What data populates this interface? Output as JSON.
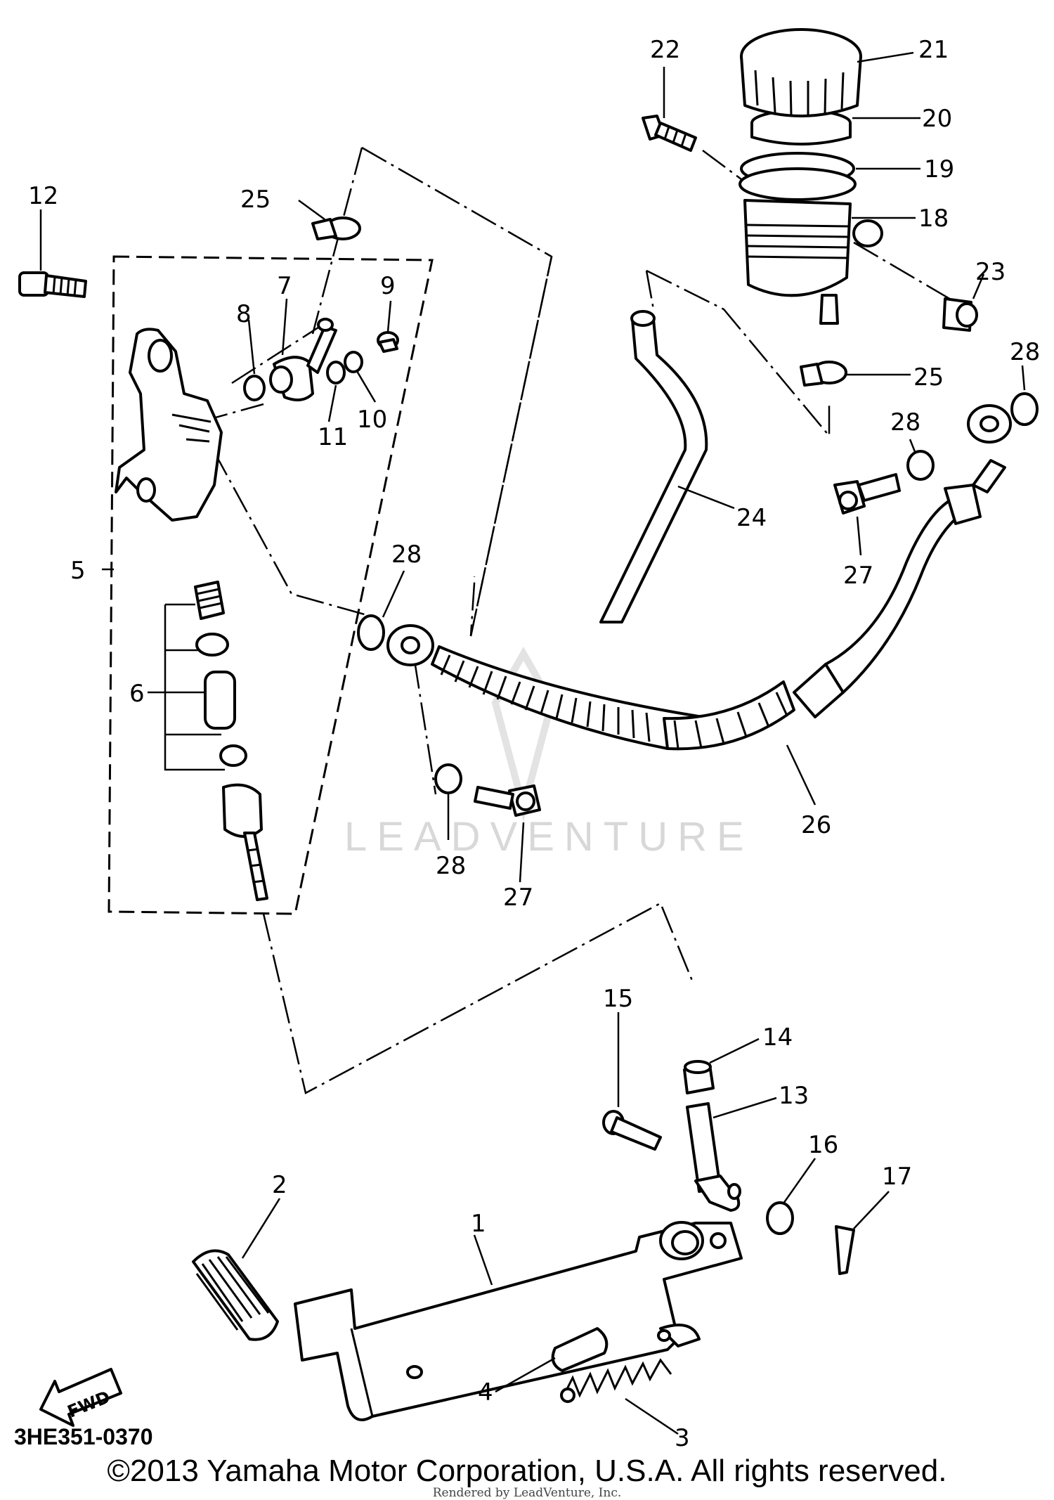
{
  "diagram_code": "3HE351-0370",
  "watermark": "LEADVENTURE",
  "direction_label": "FWD",
  "copyright": "©2013 Yamaha Motor Corporation, U.S.A. All rights reserved.",
  "rendered_by": "Rendered by LeadVenture, Inc.",
  "callouts": [
    {
      "id": "c1",
      "label": "1"
    },
    {
      "id": "c2",
      "label": "2"
    },
    {
      "id": "c3",
      "label": "3"
    },
    {
      "id": "c4",
      "label": "4"
    },
    {
      "id": "c5",
      "label": "5"
    },
    {
      "id": "c6",
      "label": "6"
    },
    {
      "id": "c7",
      "label": "7"
    },
    {
      "id": "c8",
      "label": "8"
    },
    {
      "id": "c9",
      "label": "9"
    },
    {
      "id": "c10",
      "label": "10"
    },
    {
      "id": "c11",
      "label": "11"
    },
    {
      "id": "c12",
      "label": "12"
    },
    {
      "id": "c13",
      "label": "13"
    },
    {
      "id": "c14",
      "label": "14"
    },
    {
      "id": "c15",
      "label": "15"
    },
    {
      "id": "c16",
      "label": "16"
    },
    {
      "id": "c17",
      "label": "17"
    },
    {
      "id": "c18",
      "label": "18"
    },
    {
      "id": "c19",
      "label": "19"
    },
    {
      "id": "c20",
      "label": "20"
    },
    {
      "id": "c21",
      "label": "21"
    },
    {
      "id": "c22",
      "label": "22"
    },
    {
      "id": "c23",
      "label": "23"
    },
    {
      "id": "c24",
      "label": "24"
    },
    {
      "id": "c25a",
      "label": "25"
    },
    {
      "id": "c25b",
      "label": "25"
    },
    {
      "id": "c26",
      "label": "26"
    },
    {
      "id": "c27a",
      "label": "27"
    },
    {
      "id": "c27b",
      "label": "27"
    },
    {
      "id": "c28a",
      "label": "28"
    },
    {
      "id": "c28b",
      "label": "28"
    },
    {
      "id": "c28c",
      "label": "28"
    },
    {
      "id": "c28d",
      "label": "28"
    }
  ]
}
